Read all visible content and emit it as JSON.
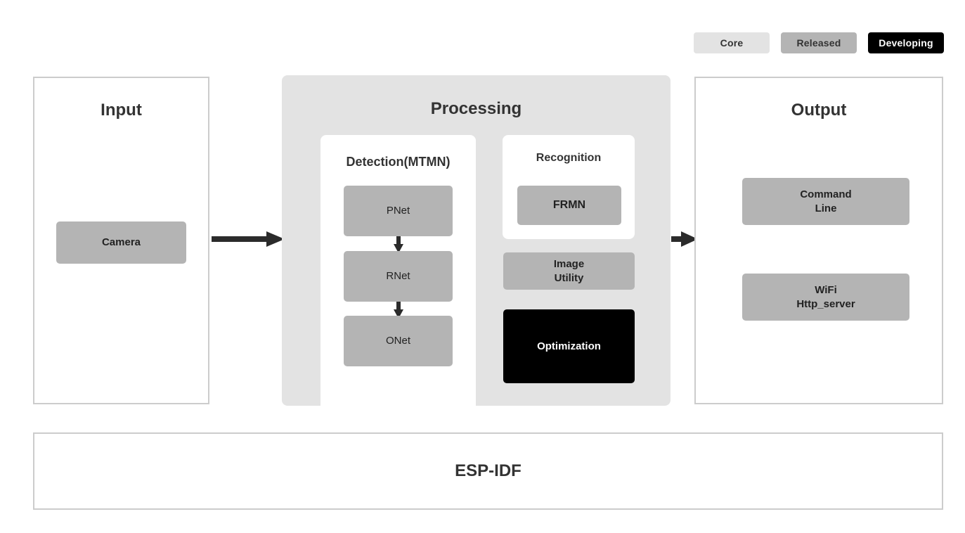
{
  "legend": {
    "items": [
      {
        "label": "Core",
        "color": "#e3e3e3",
        "text_color": "#333333"
      },
      {
        "label": "Released",
        "color": "#b4b4b4",
        "text_color": "#333333"
      },
      {
        "label": "Developing",
        "color": "#000000",
        "text_color": "#ffffff"
      }
    ]
  },
  "input": {
    "title": "Input",
    "nodes": [
      {
        "label": "Camera",
        "status": "Released"
      }
    ]
  },
  "processing": {
    "title": "Processing",
    "detection": {
      "title": "Detection(MTMN)",
      "nodes": [
        {
          "label": "PNet",
          "status": "Released"
        },
        {
          "label": "RNet",
          "status": "Released"
        },
        {
          "label": "ONet",
          "status": "Released"
        }
      ],
      "flow": [
        "PNet -> RNet",
        "RNet -> ONet"
      ]
    },
    "recognition": {
      "title": "Recognition",
      "nodes": [
        {
          "label": "FRMN",
          "status": "Released"
        }
      ]
    },
    "extras": [
      {
        "label": "Image\nUtility",
        "line1": "Image",
        "line2": "Utility",
        "status": "Released"
      },
      {
        "label": "Optimization",
        "status": "Developing"
      }
    ]
  },
  "output": {
    "title": "Output",
    "nodes": [
      {
        "label": "Command\nLine",
        "line1": "Command",
        "line2": "Line",
        "status": "Released"
      },
      {
        "label": "WiFi\nHttp_server",
        "line1": "WiFi",
        "line2": "Http_server",
        "status": "Released"
      }
    ]
  },
  "footer": {
    "label": "ESP-IDF"
  },
  "flow": {
    "input_to_processing": "Input -> Processing",
    "processing_to_output": "Processing -> Output"
  },
  "colors": {
    "core": "#e3e3e3",
    "released": "#b4b4b4",
    "developing": "#000000",
    "panel_border": "#cccccc",
    "arrow": "#2b2b2b",
    "text": "#333333"
  }
}
